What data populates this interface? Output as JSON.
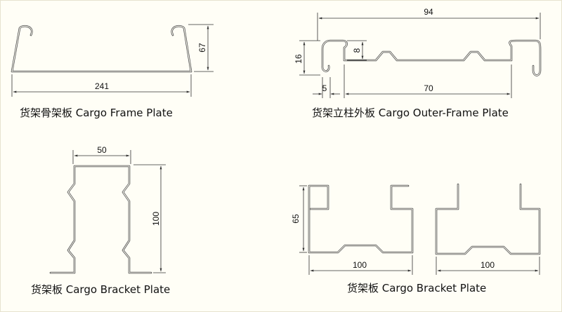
{
  "diagrams": [
    {
      "caption": "货架骨架板  Cargo Frame Plate",
      "dims": {
        "width": "241",
        "height": "67"
      }
    },
    {
      "caption": "货架立柱外板  Cargo Outer-Frame Plate",
      "dims": {
        "overall_width": "94",
        "left_height": "16",
        "lip": "8",
        "flange": "5",
        "web": "70"
      }
    },
    {
      "caption": "货架板  Cargo Bracket Plate",
      "dims": {
        "width": "50",
        "height": "100"
      }
    },
    {
      "caption": "货架板  Cargo Bracket Plate",
      "dims": {
        "height": "65",
        "width_left": "100",
        "width_right": "100"
      }
    }
  ]
}
